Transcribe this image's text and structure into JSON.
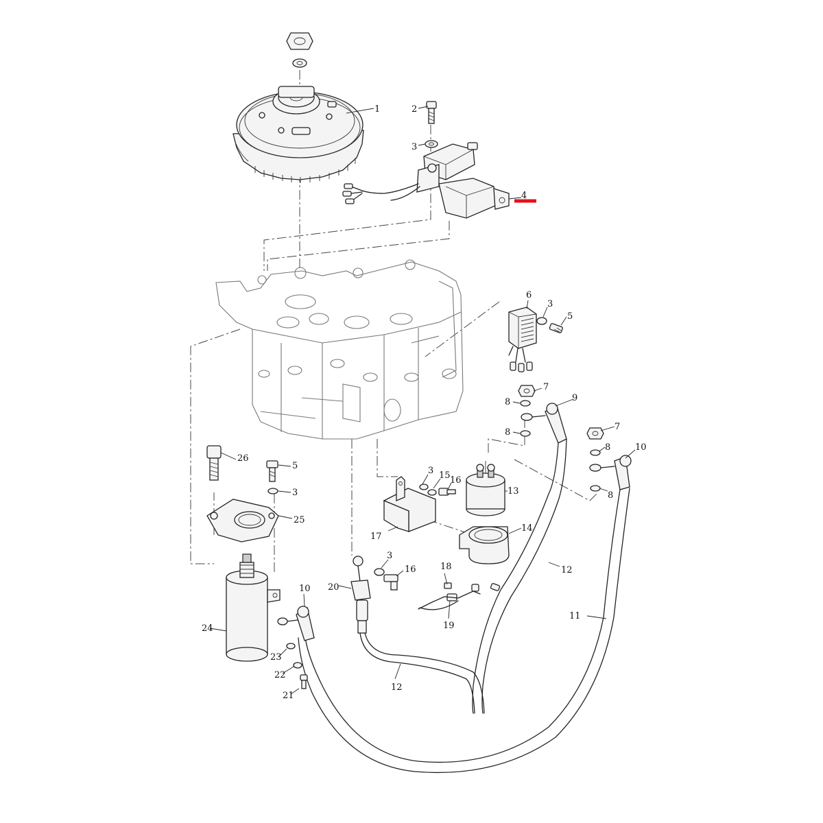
{
  "parts": [
    {
      "id": "part-1",
      "label": "1",
      "icon": "flywheel-icon"
    },
    {
      "id": "part-2",
      "label": "2",
      "icon": "bolt-icon"
    },
    {
      "id": "part-3a",
      "label": "3",
      "icon": "washer-icon"
    },
    {
      "id": "part-4",
      "label": "4",
      "icon": "ignition-coil-icon",
      "highlighted": true
    },
    {
      "id": "part-6",
      "label": "6",
      "icon": "rectifier-icon"
    },
    {
      "id": "part-3b",
      "label": "3",
      "icon": "washer-icon"
    },
    {
      "id": "part-5a",
      "label": "5",
      "icon": "bolt-icon"
    },
    {
      "id": "part-7a",
      "label": "7",
      "icon": "nut-icon"
    },
    {
      "id": "part-8a",
      "label": "8",
      "icon": "washer-icon"
    },
    {
      "id": "part-8b",
      "label": "8",
      "icon": "washer-icon"
    },
    {
      "id": "part-9",
      "label": "9",
      "icon": "cable-icon"
    },
    {
      "id": "part-7b",
      "label": "7",
      "icon": "nut-icon"
    },
    {
      "id": "part-8c",
      "label": "8",
      "icon": "washer-icon"
    },
    {
      "id": "part-10a",
      "label": "10",
      "icon": "cable-icon"
    },
    {
      "id": "part-8d",
      "label": "8",
      "icon": "washer-icon"
    },
    {
      "id": "part-26",
      "label": "26",
      "icon": "bolt-icon"
    },
    {
      "id": "part-5b",
      "label": "5",
      "icon": "bolt-icon"
    },
    {
      "id": "part-3c",
      "label": "3",
      "icon": "washer-icon"
    },
    {
      "id": "part-25",
      "label": "25",
      "icon": "bracket-icon"
    },
    {
      "id": "part-3d",
      "label": "3",
      "icon": "washer-icon"
    },
    {
      "id": "part-15",
      "label": "15",
      "icon": "washer-icon"
    },
    {
      "id": "part-16a",
      "label": "16",
      "icon": "bolt-icon"
    },
    {
      "id": "part-13",
      "label": "13",
      "icon": "relay-icon"
    },
    {
      "id": "part-17",
      "label": "17",
      "icon": "bracket-icon"
    },
    {
      "id": "part-14",
      "label": "14",
      "icon": "rubber-holder-icon"
    },
    {
      "id": "part-12a",
      "label": "12",
      "icon": "cable-icon"
    },
    {
      "id": "part-3e",
      "label": "3",
      "icon": "washer-icon"
    },
    {
      "id": "part-16b",
      "label": "16",
      "icon": "bolt-icon"
    },
    {
      "id": "part-18",
      "label": "18",
      "icon": "fuse-icon"
    },
    {
      "id": "part-20",
      "label": "20",
      "icon": "terminal-cover-icon"
    },
    {
      "id": "part-19",
      "label": "19",
      "icon": "fuse-holder-icon"
    },
    {
      "id": "part-10b",
      "label": "10",
      "icon": "cable-icon"
    },
    {
      "id": "part-11",
      "label": "11",
      "icon": "cable-icon"
    },
    {
      "id": "part-24",
      "label": "24",
      "icon": "starter-motor-icon"
    },
    {
      "id": "part-23",
      "label": "23",
      "icon": "washer-icon"
    },
    {
      "id": "part-22",
      "label": "22",
      "icon": "washer-icon"
    },
    {
      "id": "part-12b",
      "label": "12",
      "icon": "cable-icon"
    },
    {
      "id": "part-21",
      "label": "21",
      "icon": "bolt-icon"
    }
  ],
  "colors": {
    "line": "#222222",
    "highlight": "#e8101a",
    "background": "#ffffff"
  }
}
